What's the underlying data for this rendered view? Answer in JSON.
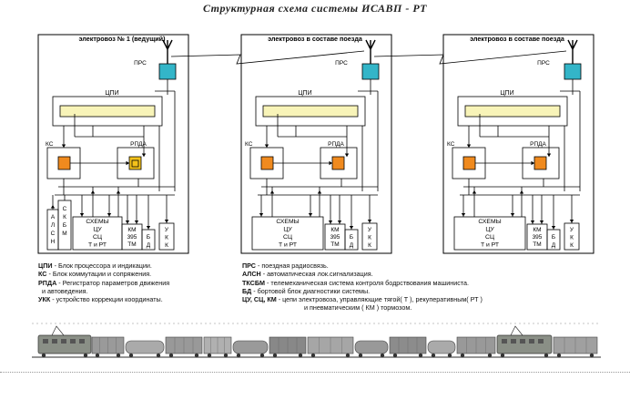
{
  "title": "Структурная схема системы ИСАВП - РТ",
  "locomotives": [
    {
      "header": "электровоз № 1 (ведущий)",
      "prs": "ПРС",
      "cpi": "ЦПИ",
      "ks": "КС",
      "rpda": "РПДА",
      "col_alsn": [
        "А",
        "Л",
        "С",
        "Н"
      ],
      "col_tksbm": [
        "С",
        "К",
        "Б",
        "М"
      ],
      "schemes": [
        "СХЕМЫ",
        "ЦУ",
        "СЦ",
        "Т и РТ"
      ],
      "km": [
        "КМ",
        "395",
        "ТМ"
      ],
      "bd": [
        "Б",
        "Д"
      ],
      "ukk": [
        "У",
        "К",
        "К"
      ]
    },
    {
      "header": "электровоз в составе поезда",
      "prs": "ПРС",
      "cpi": "ЦПИ",
      "ks": "КС",
      "rpda": "РПДА",
      "schemes": [
        "СХЕМЫ",
        "ЦУ",
        "СЦ",
        "Т и РТ"
      ],
      "km": [
        "КМ",
        "395",
        "ТМ"
      ],
      "bd": [
        "Б",
        "Д"
      ],
      "ukk": [
        "У",
        "К",
        "К"
      ]
    },
    {
      "header": "электровоз в составе поезда",
      "prs": "ПРС",
      "cpi": "ЦПИ",
      "ks": "КС",
      "rpda": "РПДА",
      "schemes": [
        "СХЕМЫ",
        "ЦУ",
        "СЦ",
        "Т и РТ"
      ],
      "km": [
        "КМ",
        "395",
        "ТМ"
      ],
      "bd": [
        "Б",
        "Д"
      ],
      "ukk": [
        "У",
        "К",
        "К"
      ]
    }
  ],
  "legend_left": [
    {
      "abbr": "ЦПИ",
      "text": " - Блок процессора и индикации."
    },
    {
      "abbr": "КС",
      "text": " - Блок коммутации и сопряжения."
    },
    {
      "abbr": "РПДА",
      "text": " - Регистратор параметров движения"
    },
    {
      "abbr": "",
      "text": "и автоведения."
    },
    {
      "abbr": "УКК",
      "text": " - устройство коррекции координаты."
    }
  ],
  "legend_right": [
    {
      "abbr": "ПРС",
      "text": " - поездная радиосвязь."
    },
    {
      "abbr": "АЛСН",
      "text": " - автоматическая лок.сигнализация."
    },
    {
      "abbr": "ТКСБМ",
      "text": " - телемеханическая система контроля бодрствования машиниста."
    },
    {
      "abbr": "БД",
      "text": " - бортовой блок диагностики системы."
    },
    {
      "abbr": "ЦУ, СЦ, КМ",
      "text": " - цепи электровоза, управляющие тягой( Т ), рекуперативным( РТ )"
    },
    {
      "abbr": "",
      "text": "и пневматическим ( КМ ) тормозом."
    }
  ],
  "colors": {
    "prs": "#33b5c8",
    "cpi_bar": "#f8f4b8",
    "ks_block": "#f08a1e",
    "rpda_lead": "#f4c21a",
    "lines": "#000000"
  },
  "icons": [
    "antenna-icon",
    "train-image"
  ]
}
